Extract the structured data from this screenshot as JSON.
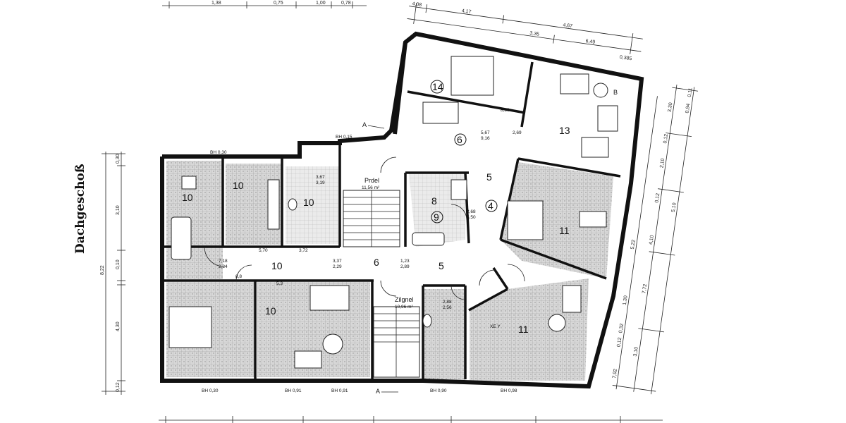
{
  "title": "Dachgeschoß",
  "top_dims": [
    "1,38",
    "0,75",
    "1,00",
    "0,78"
  ],
  "top_right_dims": [
    "4,08",
    "4,17",
    "4,67",
    "3,35",
    "6,49",
    "0,385"
  ],
  "left_dims": [
    "0,30",
    "3,10",
    "0,10",
    "4,30",
    "0,12"
  ],
  "left_total": "8,22",
  "right_dims": [
    "0,11",
    "0,94",
    "3,30",
    "0,12",
    "2,10",
    "0,12",
    "5,10",
    "4,10",
    "5,22",
    "7,72",
    "1,30",
    "0,32",
    "0,12",
    "3,10",
    "7,92"
  ],
  "bh_labels": [
    "BH 0,30",
    "BH 0,15",
    "BH 0,30",
    "BH 0,91",
    "BH 0,91",
    "BH 0,90",
    "BH 0,98"
  ],
  "room_numbers": [
    "14",
    "13",
    "6",
    "5",
    "4",
    "8",
    "9",
    "10",
    "10",
    "10",
    "10",
    "10",
    "6",
    "5",
    "11",
    "11"
  ],
  "room_labels": [
    "Prdel",
    "11,56 m²",
    "Zilgnel",
    "10,96 m²",
    "XE Y"
  ],
  "area_labels": [
    "3,67",
    "3,19",
    "5,70",
    "3,72",
    "7,18",
    "2,34",
    "3,37",
    "2,29",
    "1,23",
    "2,89",
    "2,88",
    "2,56",
    "5,67",
    "9,16",
    "2,68",
    "8,50",
    "5,50",
    "2,69"
  ],
  "section_marker": "A",
  "misc_labels": [
    "8,8",
    "5,3",
    "B"
  ]
}
